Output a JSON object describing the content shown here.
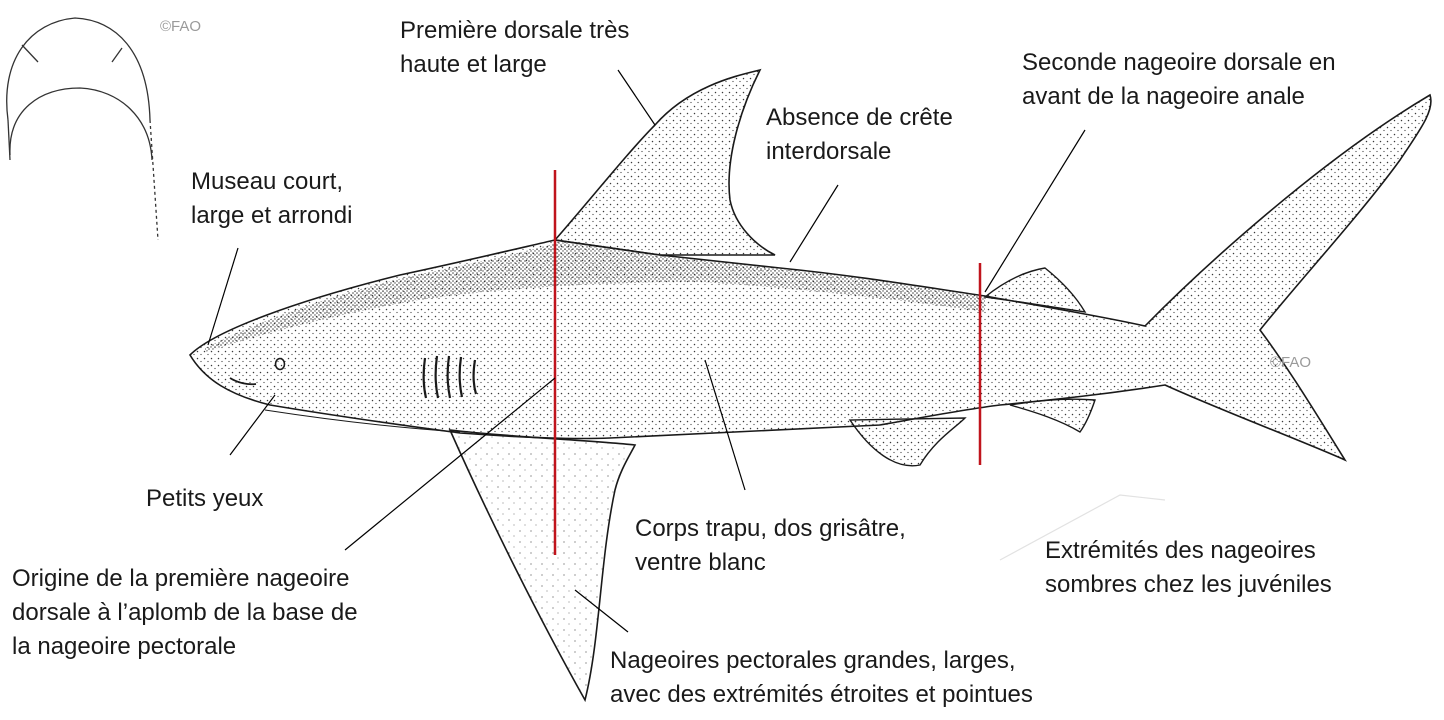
{
  "labels": {
    "premiere_dorsale": [
      "Première dorsale très",
      "haute et large"
    ],
    "absence_crete": [
      "Absence de crête",
      "interdorsale"
    ],
    "seconde_dorsale": [
      "Seconde nageoire dorsale en",
      "avant de la nageoire anale"
    ],
    "museau": [
      "Museau court,",
      "large et arrondi"
    ],
    "yeux": [
      "Petits yeux"
    ],
    "origine": [
      "Origine de la première nageoire",
      "dorsale à l’aplomb de la base de",
      "la nageoire pectorale"
    ],
    "corps": [
      "Corps trapu, dos grisâtre,",
      "ventre blanc"
    ],
    "extremites": [
      "Extrémités des nageoires",
      "sombres chez les juvéniles"
    ],
    "pectorales": [
      "Nageoires pectorales grandes, larges,",
      "avec des extrémités étroites et pointues"
    ]
  },
  "credits": {
    "top_left": "©FAO",
    "tail": "©FAO"
  },
  "colors": {
    "marker_lines": "#c0141c",
    "leader_lines": "#000000",
    "outline": "#1a1a1a"
  }
}
